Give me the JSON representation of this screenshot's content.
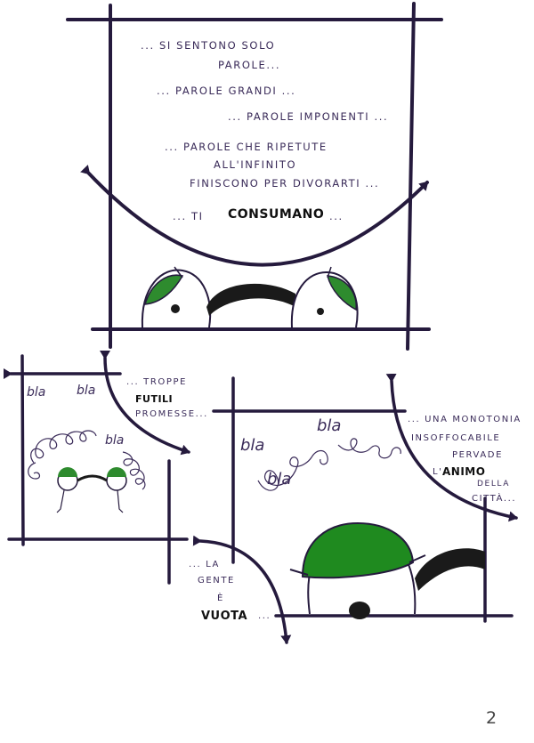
{
  "panel1": {
    "lines": [
      "... SI SENTONO SOLO",
      "PAROLE...",
      "... PAROLE GRANDI ...",
      "... PAROLE IMPONENTI ...",
      "... PAROLE CHE RIPETUTE",
      "ALL'INFINITO",
      "FINISCONO PER DIVORARTI ...",
      "... TI",
      "CONSUMANO",
      "..."
    ]
  },
  "panel2": {
    "lines": [
      "... TROPPE",
      "FUTILI",
      "PROMESSE..."
    ],
    "bla": [
      "bla",
      "bla",
      "bla"
    ]
  },
  "panel3": {
    "lines": [
      "... UNA MONOTONIA",
      "INSOFFOCABILE",
      "PERVADE",
      "L'",
      "ANIMO",
      "DELLA",
      "CITTÀ..."
    ],
    "bla": [
      "bla",
      "bla",
      "bla"
    ]
  },
  "panel4": {
    "lines": [
      "... LA",
      "GENTE",
      "È",
      "VUOTA",
      "..."
    ]
  },
  "page": {
    "number": "2"
  },
  "colors": {
    "ink": "#251a3d",
    "green": "#1f8a1f",
    "text": "#3a2b59"
  }
}
